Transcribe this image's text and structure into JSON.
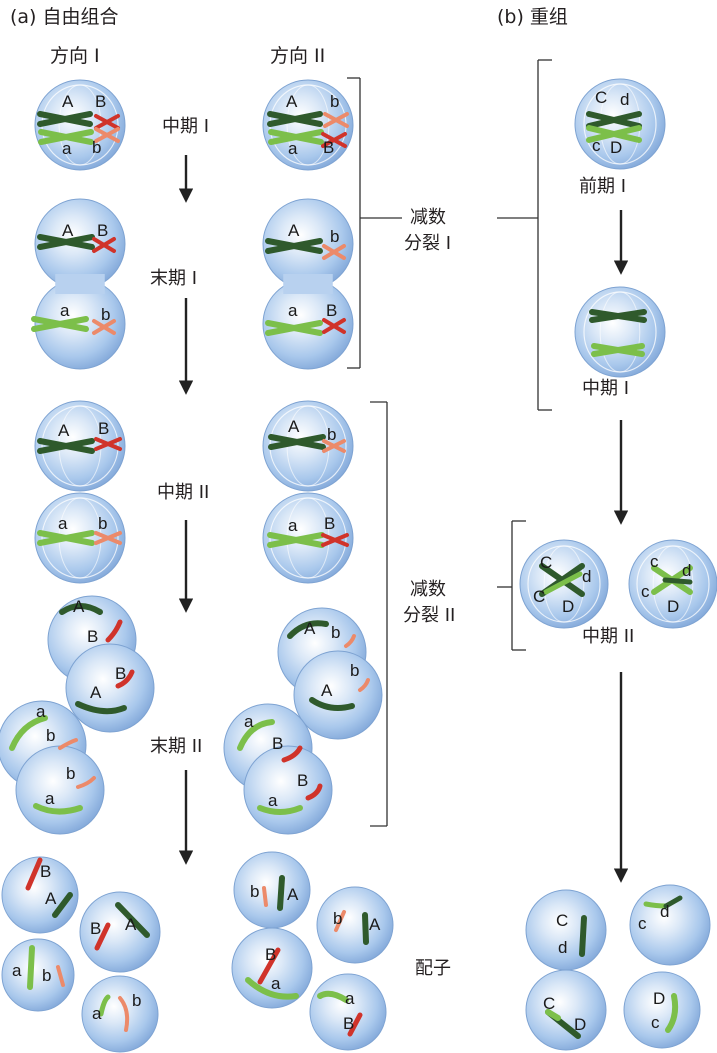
{
  "headers": {
    "a": "(a)  自由组合",
    "b": "(b)  重组",
    "dir1": "方向 I",
    "dir2": "方向 II"
  },
  "stages": {
    "meta1": "中期 I",
    "telo1": "末期 I",
    "meta2": "中期 II",
    "telo2": "末期 II",
    "pro1": "前期 I",
    "gametes": "配子"
  },
  "phases": {
    "meiosis1_line1": "减数",
    "meiosis1_line2": "分裂 I",
    "meiosis2_line1": "减数",
    "meiosis2_line2": "分裂 II"
  },
  "genes": {
    "A": "A",
    "a": "a",
    "B": "B",
    "b": "b",
    "C": "C",
    "c": "c",
    "D": "D",
    "d": "d"
  },
  "colors": {
    "dark_green": "#2f5a2c",
    "light_green": "#7cbf4a",
    "red": "#d0332a",
    "salmon": "#ec8a6a",
    "cell_fill": "#a7c6ea",
    "cell_edge": "#7ea3d2",
    "arrow": "#222222"
  }
}
